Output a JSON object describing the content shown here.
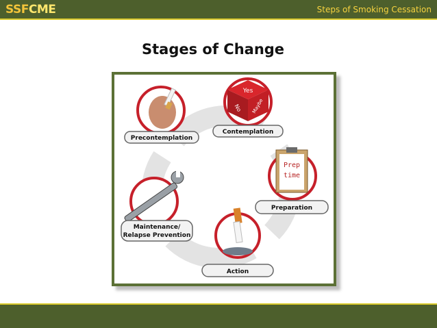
{
  "header": {
    "logo_part1": "SSF",
    "logo_part2": "CME",
    "title": "Steps of Smoking Cessation"
  },
  "slide": {
    "title": "Stages of Change"
  },
  "diagram": {
    "stages": [
      {
        "label": "Precontemplation"
      },
      {
        "label": "Contemplation"
      },
      {
        "label": "Preparation"
      },
      {
        "label": "Action"
      },
      {
        "label_line1": "Maintenance/",
        "label_line2": "Relapse Prevention"
      }
    ],
    "dice_text": {
      "top": "Yes",
      "left": "No",
      "right": "Maybe"
    },
    "clipboard_text": {
      "line1": "Prep",
      "line2": "time"
    }
  },
  "colors": {
    "header_bg": "#4d5f2c",
    "accent_line": "#d9c92a",
    "frame_border": "#5c7136",
    "circle_ring": "#c6202a"
  }
}
